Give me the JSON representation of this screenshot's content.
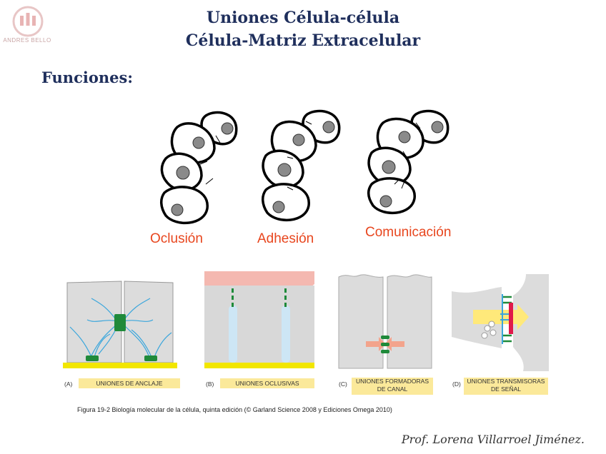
{
  "header": {
    "logo_text": "ANDRES BELLO",
    "title_line1": "Uniones Célula-célula",
    "title_line2": "Célula-Matriz Extracelular"
  },
  "subheading": "Funciones:",
  "functions": [
    {
      "label": "Oclusión"
    },
    {
      "label": "Adhesión"
    },
    {
      "label": "Comunicación"
    }
  ],
  "panels": [
    {
      "letter": "(A)",
      "title": "UNIONES DE ANCLAJE"
    },
    {
      "letter": "(B)",
      "title": "UNIONES OCLUSIVAS"
    },
    {
      "letter": "(C)",
      "title_line1": "UNIONES FORMADORAS",
      "title_line2": "DE CANAL"
    },
    {
      "letter": "(D)",
      "title_line1": "UNIONES TRANSMISORAS",
      "title_line2": "DE SEÑAL"
    }
  ],
  "caption": "Figura 19-2  Biología molecular de la célula, quinta edición (© Garland Science 2008 y Ediciones Omega 2010)",
  "signature": "Prof. Lorena Villarroel Jiménez.",
  "colors": {
    "title": "#1f2f5c",
    "function_label": "#e8461e",
    "tag_bg": "#fbe99a",
    "cell_fill": "#dcdcdc",
    "junction_green": "#1f8a3a",
    "filament_blue": "#3aa6dc",
    "matrix_yellow": "#f2e600"
  }
}
